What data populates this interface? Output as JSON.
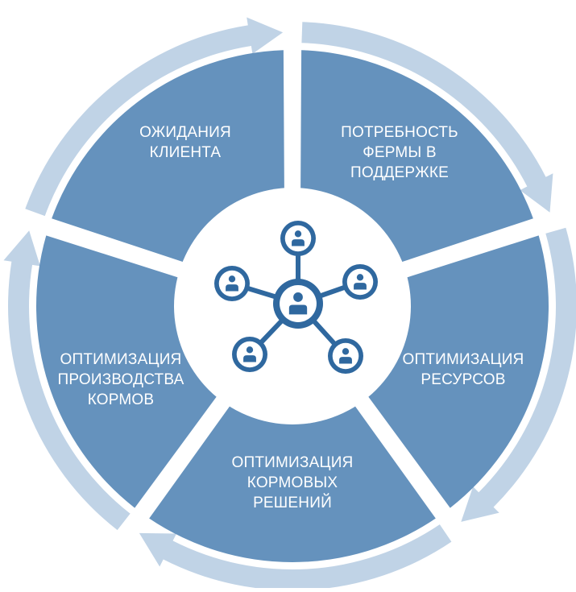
{
  "diagram": {
    "segments": [
      {
        "id": "top-right",
        "label": "ПОТРЕБНОСТЬ\nФЕРМЫ В\nПОДДЕРЖКЕ"
      },
      {
        "id": "right",
        "label": "ОПТИМИЗАЦИЯ\nРЕСУРСОВ"
      },
      {
        "id": "bottom",
        "label": "ОПТИМИЗАЦИЯ\nКОРМОВЫХ\nРЕШЕНИЙ"
      },
      {
        "id": "left",
        "label": "ОПТИМИЗАЦИЯ\nПРОИЗВОДСТВА\nКОРМОВ"
      },
      {
        "id": "top-left",
        "label": "ОЖИДАНИЯ\nКЛИЕНТА"
      }
    ],
    "colors": {
      "segment": "#6592bd",
      "arrow": "#c0d3e6",
      "hub": "#ffffff",
      "network": "#2f689f"
    },
    "center_icon": "people-network-icon",
    "arrow_icon": "cycle-arrow-icon"
  }
}
